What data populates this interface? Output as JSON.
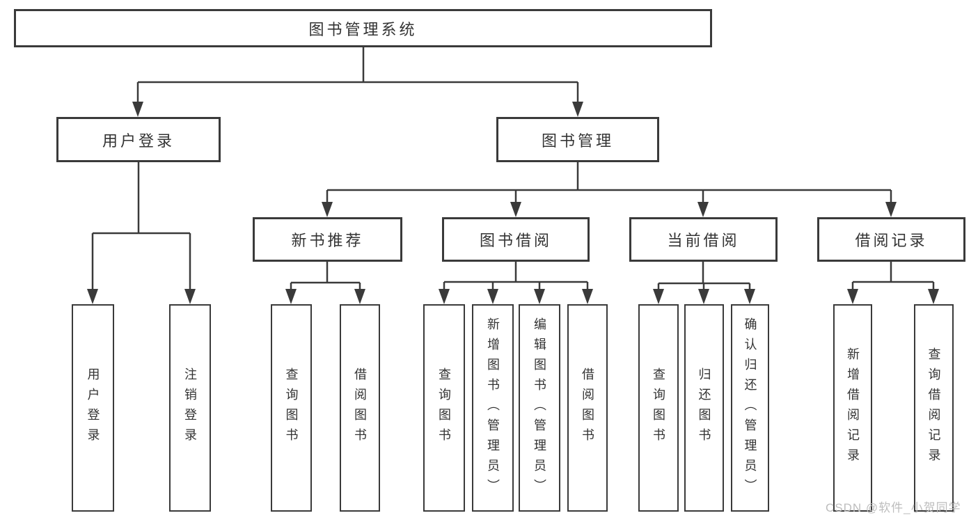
{
  "colors": {
    "background": "#ffffff",
    "line": "#3a3a3a",
    "box_border": "#3a3a3a",
    "text": "#333333",
    "watermark": "#bdbdbd"
  },
  "tree": {
    "label": "图书管理系统",
    "children": [
      {
        "label": "用户登录",
        "children": [
          {
            "label": "用户登录"
          },
          {
            "label": "注销登录"
          }
        ]
      },
      {
        "label": "图书管理",
        "children": [
          {
            "label": "新书推荐",
            "children": [
              {
                "label": "查询图书"
              },
              {
                "label": "借阅图书"
              }
            ]
          },
          {
            "label": "图书借阅",
            "children": [
              {
                "label": "查询图书"
              },
              {
                "label": "新增图书（管理员）"
              },
              {
                "label": "编辑图书（管理员）"
              },
              {
                "label": "借阅图书"
              }
            ]
          },
          {
            "label": "当前借阅",
            "children": [
              {
                "label": "查询图书"
              },
              {
                "label": "归还图书"
              },
              {
                "label": "确认归还（管理员）"
              }
            ]
          },
          {
            "label": "借阅记录",
            "children": [
              {
                "label": "新增借阅记录"
              },
              {
                "label": "查询借阅记录"
              }
            ]
          }
        ]
      }
    ]
  },
  "watermark": {
    "text": "CSDN @软件_小贺同学"
  }
}
